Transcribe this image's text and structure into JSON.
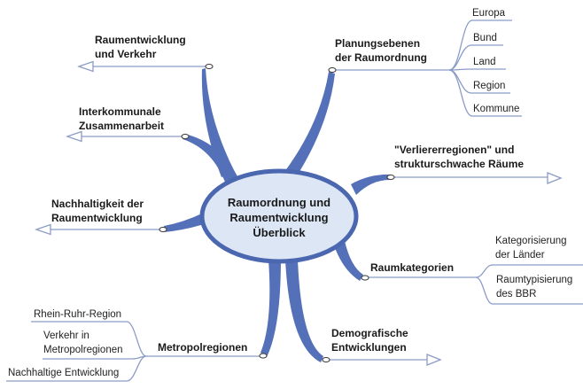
{
  "colors": {
    "branch": "#5470b8",
    "node_border": "#4a67b0",
    "node_fill": "#dce6f5",
    "line": "#8b9cc6",
    "dot_outline": "#444444",
    "text": "#1a1a1a"
  },
  "center": {
    "label": "Raumordnung und\nRaumentwicklung\nÜberblick"
  },
  "topics": {
    "raumentwicklung_verkehr": {
      "label": "Raumentwicklung\nund Verkehr"
    },
    "interkommunale": {
      "label": "Interkommunale\nZusammenarbeit"
    },
    "nachhaltigkeit": {
      "label": "Nachhaltigkeit der\nRaumentwicklung"
    },
    "planungsebenen": {
      "label": "Planungsebenen\nder Raumordnung"
    },
    "verliererregionen": {
      "label": "\"Verliererregionen\" und\nstrukturschwache Räume"
    },
    "raumkategorien": {
      "label": "Raumkategorien"
    },
    "demografische": {
      "label": "Demografische\nEntwicklungen"
    },
    "metropolregionen": {
      "label": "Metropolregionen"
    }
  },
  "subtopics": {
    "europa": {
      "label": "Europa"
    },
    "bund": {
      "label": "Bund"
    },
    "land": {
      "label": "Land"
    },
    "region": {
      "label": "Region"
    },
    "kommune": {
      "label": "Kommune"
    },
    "kategorisierung": {
      "label": "Kategorisierung\nder Länder"
    },
    "raumtypisierung": {
      "label": "Raumtypisierung\ndes BBR"
    },
    "rhein_ruhr": {
      "label": "Rhein-Ruhr-Region"
    },
    "verkehr_metropol": {
      "label": "Verkehr in\nMetropolregionen"
    },
    "nachhaltige_entwicklung": {
      "label": "Nachhaltige Entwicklung"
    }
  }
}
